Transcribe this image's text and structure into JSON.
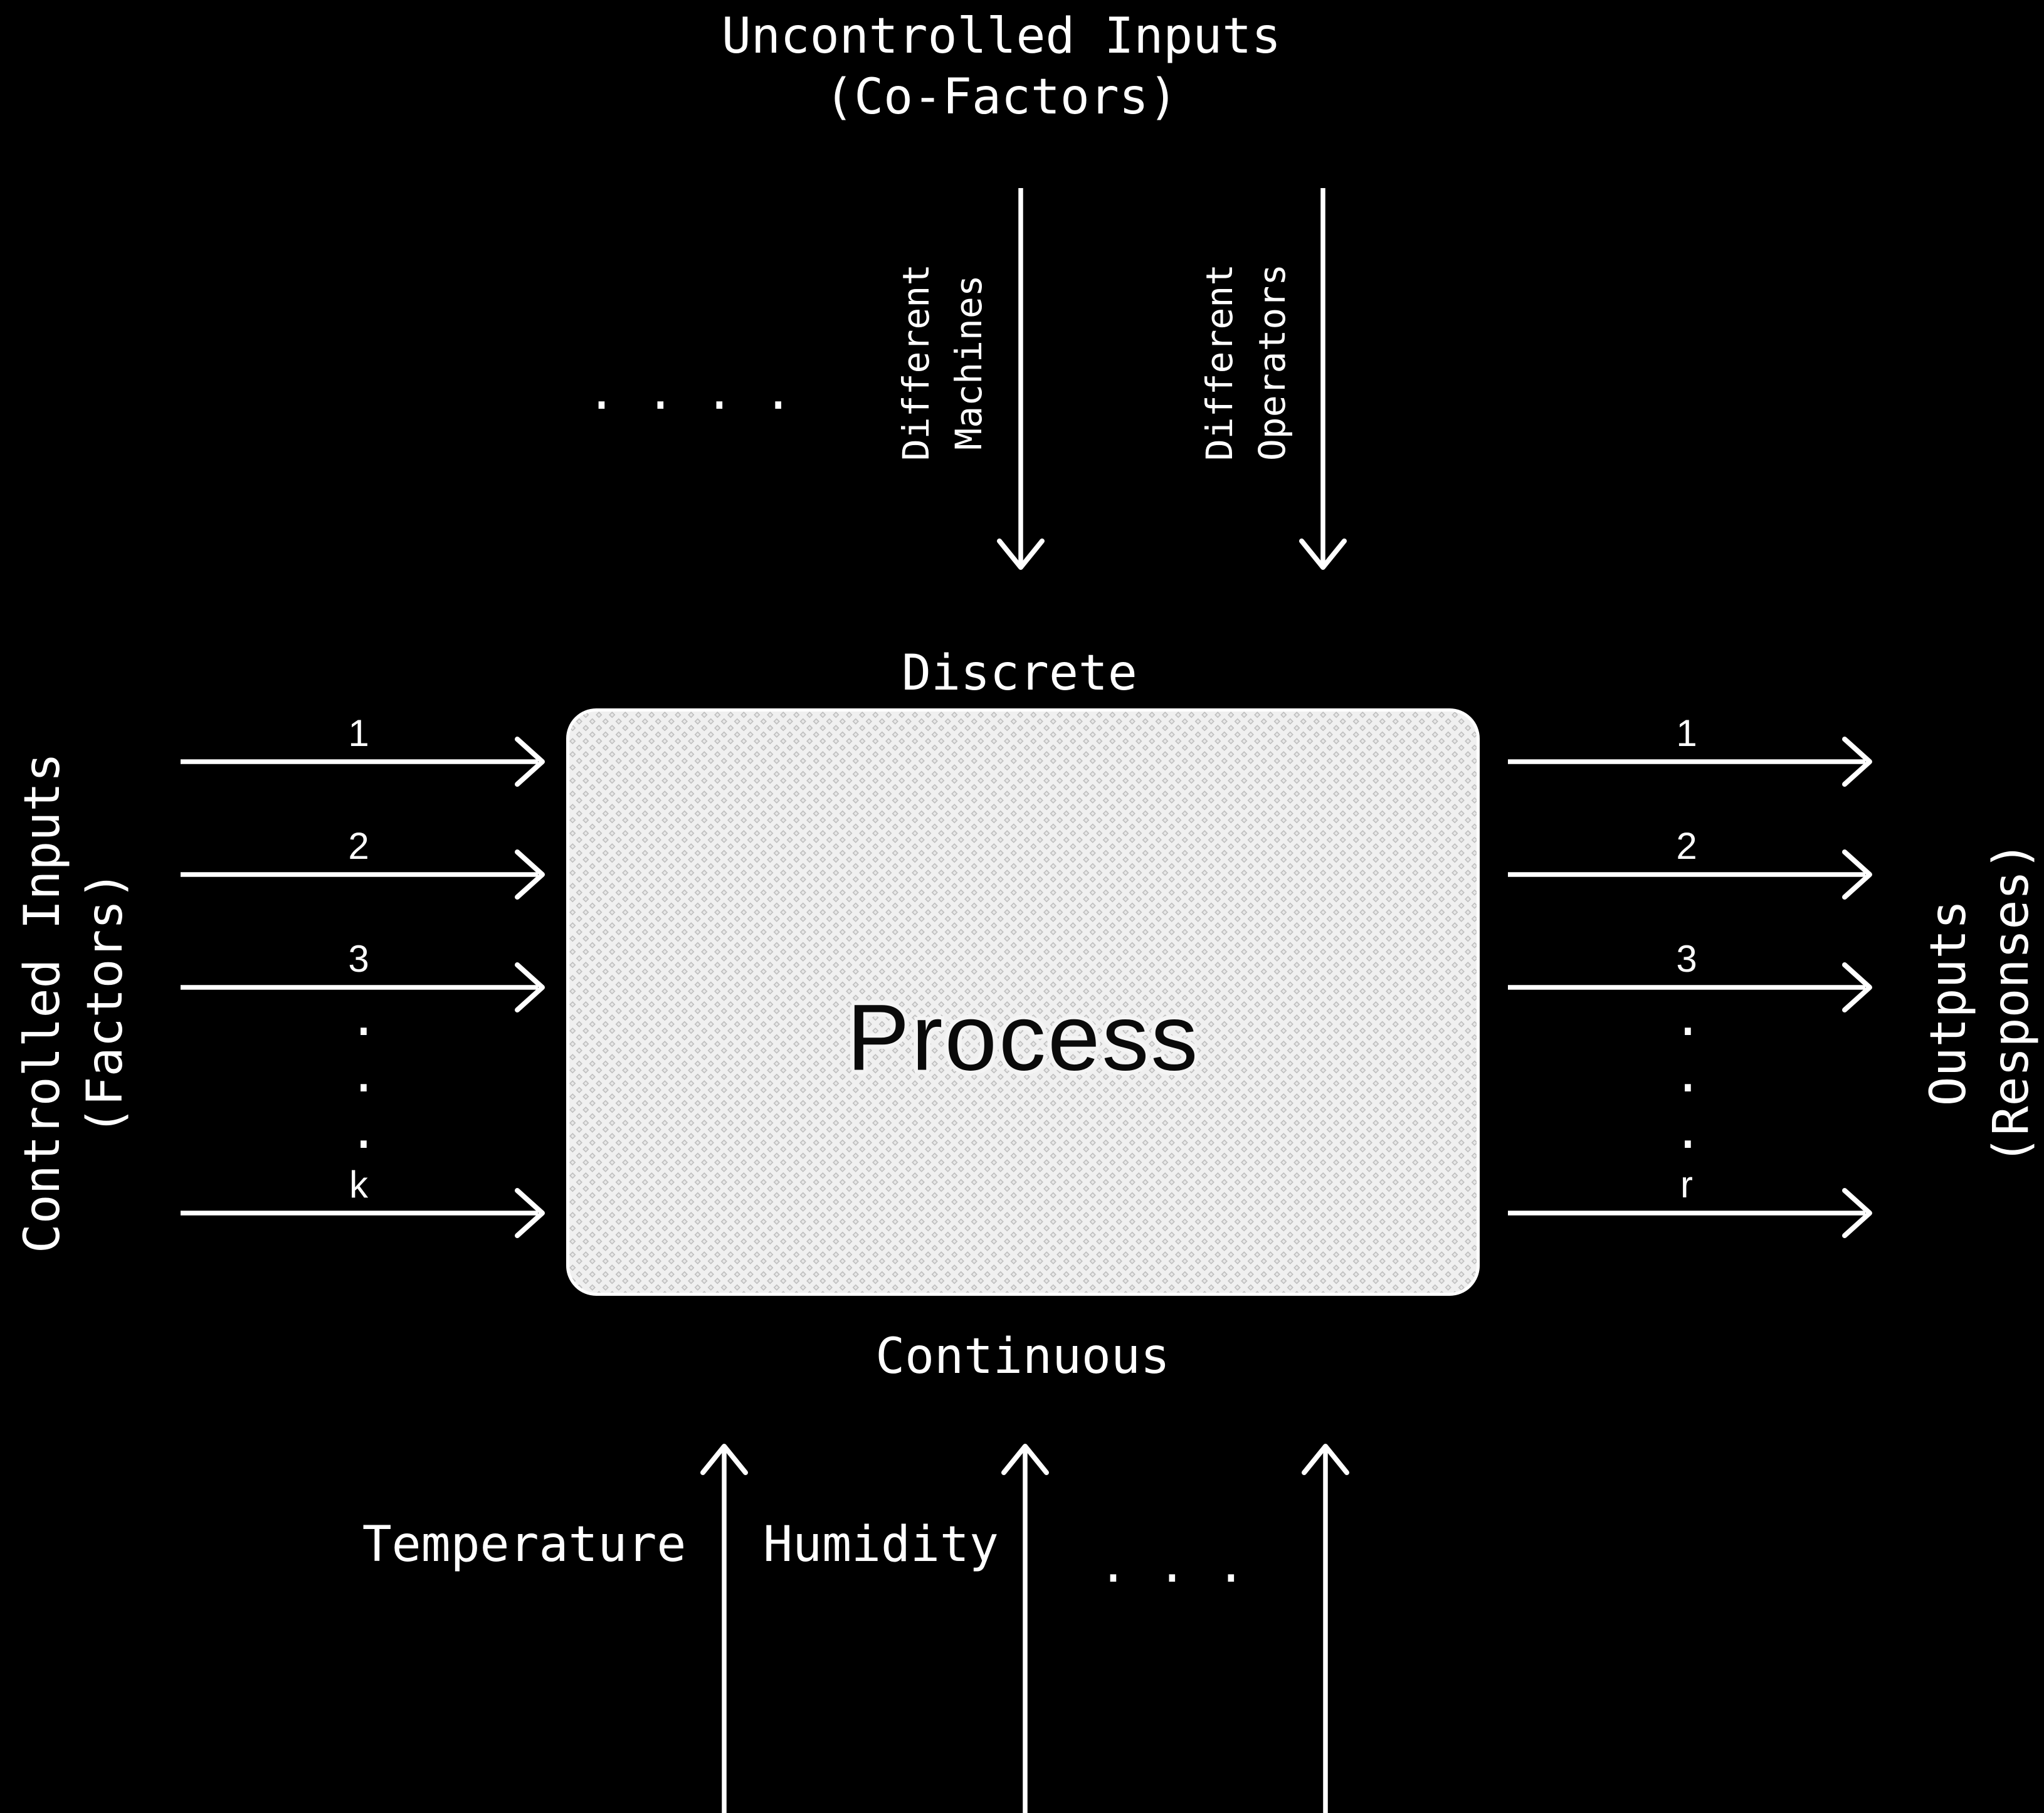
{
  "title": {
    "line1": "Uncontrolled Inputs",
    "line2": "(Co-Factors)"
  },
  "top_section": {
    "dots": ". . . .",
    "machines_label": {
      "line1": "Different",
      "line2": "Machines"
    },
    "operators_label": {
      "line1": "Different",
      "line2": "Operators"
    },
    "category_label": "Discrete"
  },
  "process_box": {
    "label": "Process"
  },
  "left_section": {
    "heading": {
      "line1": "Controlled Inputs",
      "line2": "(Factors)"
    },
    "arrow_labels": [
      "1",
      "2",
      "3"
    ],
    "last_arrow_label": "k",
    "dots": ".\n.\n."
  },
  "right_section": {
    "heading": {
      "line1": "Outputs",
      "line2": "(Responses)"
    },
    "arrow_labels": [
      "1",
      "2",
      "3"
    ],
    "last_arrow_label": "r",
    "dots": ".\n.\n."
  },
  "bottom_section": {
    "category_label": "Continuous",
    "factor_labels": [
      "Temperature",
      "Humidity"
    ],
    "dots": ". . ."
  },
  "colors": {
    "background": "#000000",
    "foreground": "#ffffff",
    "box_fill": "#f0f0f0",
    "box_pattern_dot": "#bfbfbf",
    "process_text": "#0a0a0a"
  }
}
